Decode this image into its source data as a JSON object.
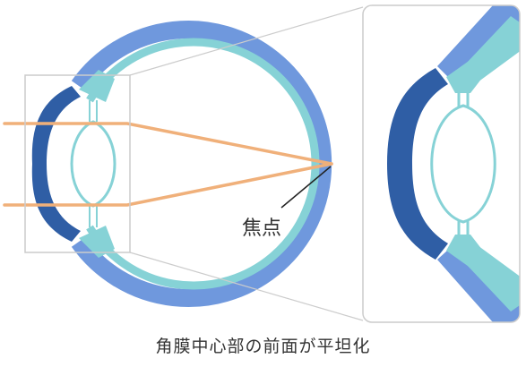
{
  "labels": {
    "focus": "焦点",
    "caption": "角膜中心部の前面が平坦化"
  },
  "colors": {
    "sclera_outer": "#6f98dd",
    "sclera_inner": "#86d2d6",
    "cornea": "#2f5ea5",
    "lens_outline": "#86d2d6",
    "light_ray": "#f0b07a",
    "frame": "#cccccc",
    "pointer": "#222222"
  },
  "icons": [
    "eye-cross-section",
    "magnified-detail"
  ]
}
